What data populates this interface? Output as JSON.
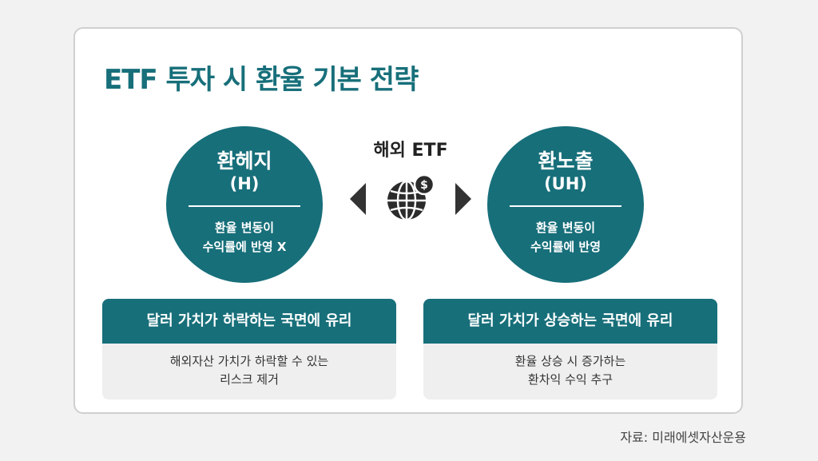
{
  "title": "ETF 투자 시 환율 기본 전략",
  "center": {
    "label": "해외 ETF"
  },
  "left_circle": {
    "name": "환헤지",
    "code": "(H)",
    "desc_line1": "환율 변동이",
    "desc_line2": "수익률에 반영 X"
  },
  "right_circle": {
    "name": "환노출",
    "code": "(UH)",
    "desc_line1": "환율 변동이",
    "desc_line2": "수익률에 반영"
  },
  "left_box": {
    "header": "달러 가치가 하락하는 국면에 유리",
    "line1": "해외자산 가치가 하락할 수 있는",
    "line2": "리스크 제거"
  },
  "right_box": {
    "header": "달러 가치가 상승하는 국면에 유리",
    "line1": "환율 상승 시 증가하는",
    "line2": "환차익 수익 추구"
  },
  "source": "자료: 미래에셋자산운용",
  "colors": {
    "teal": "#176f7a",
    "box_body": "#efefef",
    "arrow": "#333333"
  },
  "icons": [
    "globe-dollar-icon",
    "arrow-left-icon",
    "arrow-right-icon"
  ]
}
